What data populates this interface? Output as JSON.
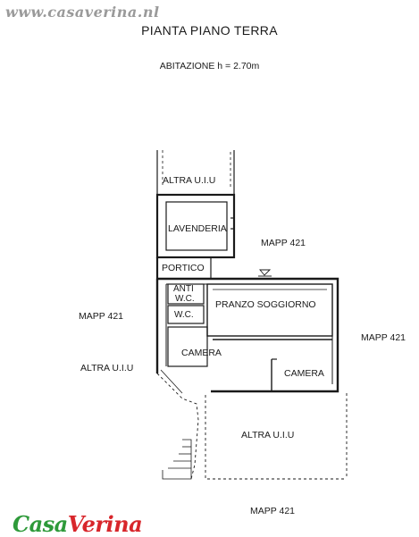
{
  "watermark": "www.casaverina.nl",
  "title": "PIANTA PIANO TERRA",
  "subtitle": "ABITAZIONE h = 2.70m",
  "labels": {
    "altra_top": "ALTRA U.I.U",
    "lavanderia": "LAVENDERIA",
    "portico": "PORTICO",
    "anti_wc": "ANTI",
    "anti_wc2": "W.C.",
    "wc": "W.C.",
    "pranzo": "PRANZO SOGGIORNO",
    "camera_left": "CAMERA",
    "camera_right": "CAMERA",
    "altra_left": "ALTRA U.I.U",
    "altra_bottom": "ALTRA U.I.U",
    "mapp_top": "MAPP 421",
    "mapp_left": "MAPP 421",
    "mapp_right": "MAPP 421",
    "mapp_bottom": "MAPP 421"
  },
  "logo": {
    "part1": "Casa",
    "part2": "Verina"
  },
  "colors": {
    "line": "#1a1a1a",
    "logo_green": "#2e9a3a",
    "logo_red": "#d8262b",
    "watermark": "#9a9a9a"
  }
}
